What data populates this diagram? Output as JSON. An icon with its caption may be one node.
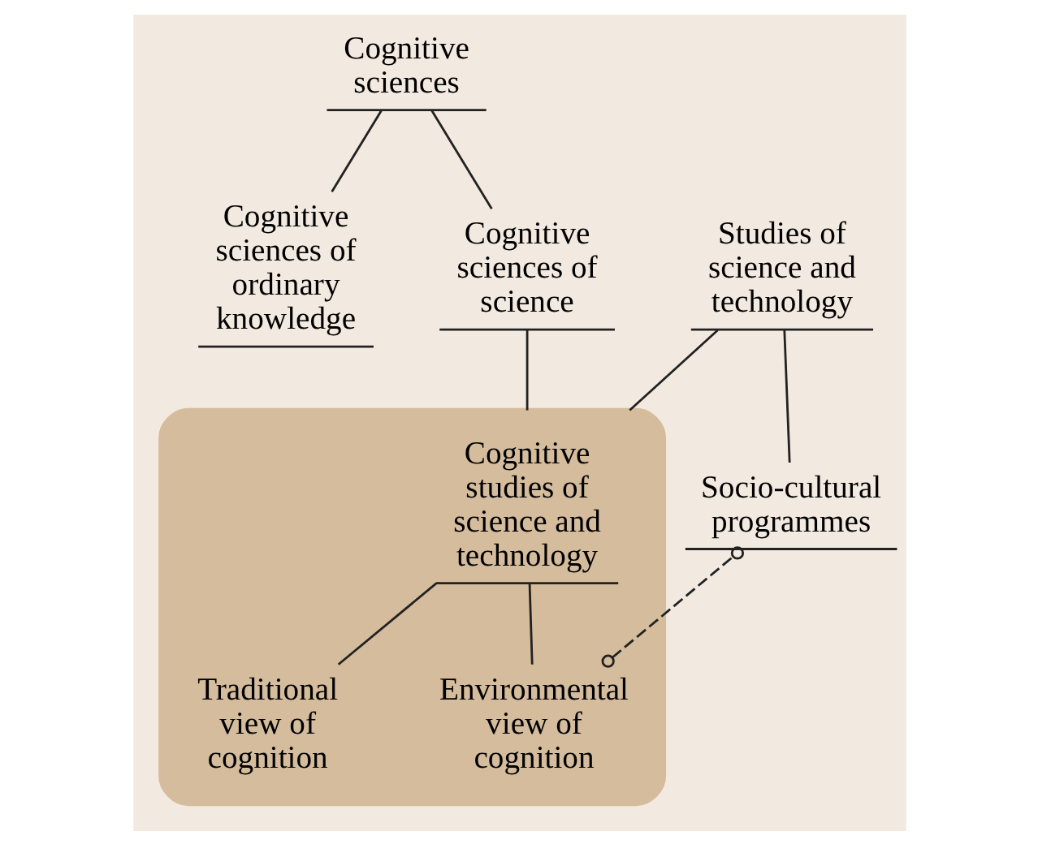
{
  "diagram": {
    "nodes": [
      {
        "text": [
          "Cognitive sciences"
        ]
      },
      {
        "text": [
          "Cognitive sciences of ordinary knowledge"
        ]
      },
      {
        "text": [
          "Cognitive sciences of science"
        ]
      },
      {
        "text": [
          "Studies of science and technology"
        ]
      },
      {
        "text": [
          "Cognitive studies of science and technology"
        ]
      },
      {
        "text": [
          "Traditional view of cognition"
        ],
        "in": 4
      },
      {
        "text": [
          "Environmental view of cognition"
        ],
        "in": 4
      },
      {
        "text": [
          "Socio-cultural programmes"
        ]
      }
    ],
    "edges": [
      {
        "from": 0,
        "to": 1,
        "arrow": "none"
      },
      {
        "from": 0,
        "to": 2,
        "arrow": "none"
      },
      {
        "from": 2,
        "to": 4,
        "arrow": "none"
      },
      {
        "from": 3,
        "to": 4,
        "arrow": "none"
      },
      {
        "from": 3,
        "to": 7,
        "arrow": "none"
      },
      {
        "from": 4,
        "to": 5,
        "arrow": "none"
      },
      {
        "from": 4,
        "to": 6,
        "arrow": "none"
      },
      {
        "from": 6,
        "to": 7,
        "arrow": "other",
        "style": "dashed"
      }
    ]
  }
}
